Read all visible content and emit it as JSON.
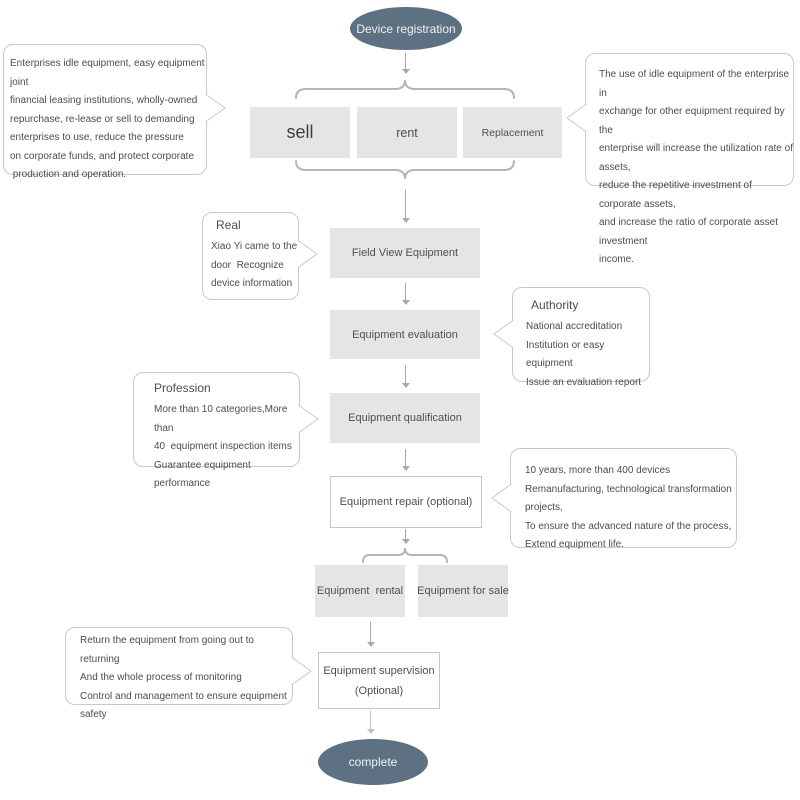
{
  "flow": {
    "start": "Device registration",
    "end": "complete",
    "options": [
      "sell",
      "rent",
      "Replacement"
    ],
    "steps": {
      "field_view": "Field View Equipment",
      "evaluation": "Equipment evaluation",
      "qualification": "Equipment qualification",
      "repair": "Equipment repair (optional)",
      "rental": "Equipment  rental",
      "sale": "Equipment for sale",
      "supervision_line1": "Equipment supervision",
      "supervision_line2": "(Optional)"
    }
  },
  "callouts": {
    "idle_equipment": {
      "lines": [
        "Enterprises idle equipment, easy equipment joint",
        "financial leasing institutions, wholly-owned",
        "repurchase, re-lease or sell to demanding",
        "enterprises to use, reduce the pressure",
        "on corporate funds, and protect corporate",
        " production and operation."
      ]
    },
    "exchange": {
      "lines": [
        "The use of idle equipment of the enterprise in",
        "exchange for other equipment required by the",
        "enterprise will increase the utilization rate of assets,",
        "reduce the repetitive investment of corporate assets,",
        "and increase the ratio of corporate asset investment",
        "income."
      ]
    },
    "real": {
      "title": "Real",
      "lines": [
        "Xiao Yi came to the",
        "door  Recognize",
        "device information"
      ]
    },
    "authority": {
      "title": "Authority",
      "lines": [
        "National accreditation",
        "Institution or easy equipment",
        "Issue an evaluation report"
      ]
    },
    "profession": {
      "title": "Profession",
      "lines": [
        "More than 10 categories,More than",
        "40  equipment inspection items",
        "Guarantee equipment performance"
      ]
    },
    "remanufacture": {
      "lines": [
        "10 years, more than 400 devices",
        "Remanufacturing, technological transformation projects,",
        "To ensure the advanced nature of the process,",
        "Extend equipment life."
      ]
    },
    "supervision_note": {
      "lines": [
        "Return the equipment from going out to returning",
        "And the whole process of monitoring",
        "Control and management to ensure equipment safety"
      ]
    }
  },
  "colors": {
    "terminal_fill": "#5e7183",
    "terminal_text": "#eef1f3",
    "box_fill": "#e5e5e5",
    "outlined_box_border": "#c6c6c6",
    "callout_border": "#c9c9c9",
    "connector": "#a8a8a8",
    "brace": "#b5b5b5",
    "text": "#4f4f4f"
  }
}
